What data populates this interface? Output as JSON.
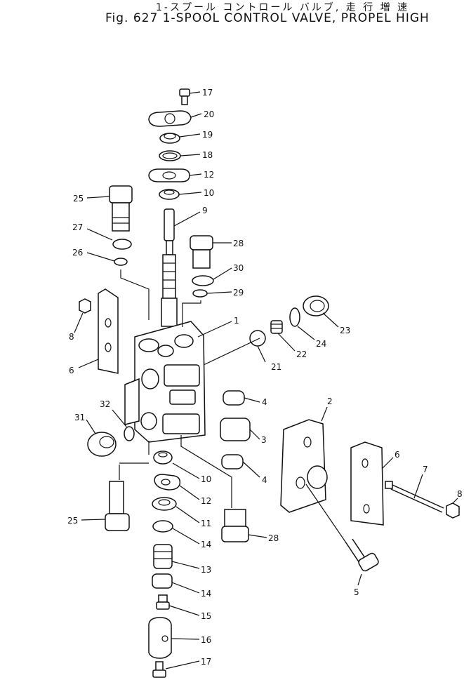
{
  "title_jp": "1-スプール コントロール バルブ, 走 行 増 速",
  "title_en": "Fig. 627 1-SPOOL CONTROL VALVE, PROPEL HIGH",
  "callouts": [
    "17",
    "20",
    "19",
    "18",
    "12",
    "10",
    "9",
    "25",
    "27",
    "26",
    "28",
    "30",
    "29",
    "1",
    "8",
    "6",
    "21",
    "22",
    "24",
    "23",
    "4",
    "3",
    "4",
    "2",
    "6",
    "7",
    "8",
    "32",
    "31",
    "10",
    "12",
    "11",
    "14",
    "13",
    "14",
    "15",
    "16",
    "17",
    "25",
    "28",
    "5"
  ]
}
